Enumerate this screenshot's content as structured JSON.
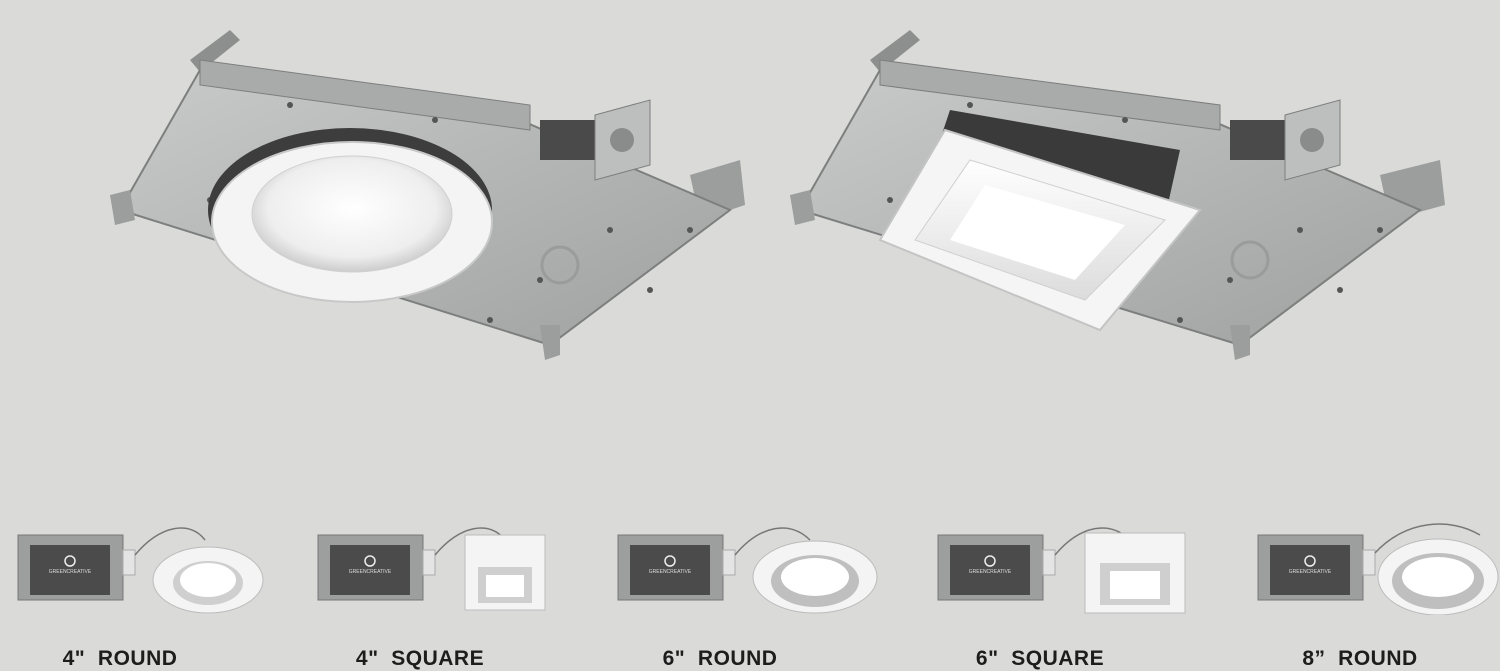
{
  "brand": {
    "logo_text": "GREENCREATIVE"
  },
  "hero": [
    {
      "name": "round-downlight-install",
      "trim": "round"
    },
    {
      "name": "square-downlight-install",
      "trim": "square"
    }
  ],
  "products": [
    {
      "label": "4\"  ROUND",
      "shape": "round",
      "size": "small"
    },
    {
      "label": "4\"  SQUARE",
      "shape": "square",
      "size": "small"
    },
    {
      "label": "6\"  ROUND",
      "shape": "round",
      "size": "medium"
    },
    {
      "label": "6\"  SQUARE",
      "shape": "square",
      "size": "medium"
    },
    {
      "label": "8”  ROUND",
      "shape": "round",
      "size": "large"
    }
  ],
  "colors": {
    "background": "#dadbd9",
    "metal": "#b7b8b8",
    "trim": "#f7f7f7",
    "label": "#1d1d1d"
  }
}
